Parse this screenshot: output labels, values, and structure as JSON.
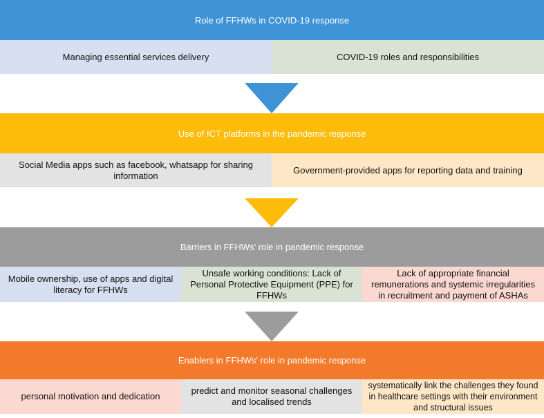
{
  "sections": [
    {
      "header": "Role of FFHWs in COVID-19 response",
      "header_color": "#3d93d6",
      "header_text_color": "#ffffff",
      "cells": [
        {
          "text": "Managing essential services delivery",
          "color": "#d6e0f0"
        },
        {
          "text": "COVID-19 roles and responsibilities",
          "color": "#d9e2d3"
        }
      ],
      "arrow_color": "#3d93d6"
    },
    {
      "header": "Use of ICT platforms in the pandemic response",
      "header_color": "#fdbb0a",
      "header_text_color": "#ffffff",
      "cells": [
        {
          "text": "Social Media apps such as facebook, whatsapp for sharing information",
          "color": "#e3e3e3"
        },
        {
          "text": "Government-provided apps for reporting data and training",
          "color": "#fde7c7"
        }
      ],
      "arrow_color": "#fdbb0a"
    },
    {
      "header": "Barriers in FFHWs’ role in pandemic response",
      "header_color": "#9c9c9c",
      "header_text_color": "#ffffff",
      "cells": [
        {
          "text": "Mobile ownership, use of apps and digital literacy for FFHWs",
          "color": "#d6e0f0"
        },
        {
          "text": "Unsafe working conditions: Lack of Personal Protective Equipment (PPE) for FFHWs",
          "color": "#d9e2d3"
        },
        {
          "text": "Lack of appropriate financial remunerations and systemic irregularities in recruitment and payment of ASHAs",
          "color": "#fbd9d2"
        }
      ],
      "arrow_color": "#9c9c9c"
    },
    {
      "header": "Enablers in FFHWs' role in pandemic response",
      "header_color": "#f47a2b",
      "header_text_color": "#ffffff",
      "cells": [
        {
          "text": "personal motivation and dedication",
          "color": "#fbd9d2"
        },
        {
          "text": "predict and monitor seasonal challenges and localised trends",
          "color": "#e3e3e3"
        },
        {
          "text": "systematically  link the challenges they found  in healthcare settings with their environment  and structural issues",
          "color": "#fde7c7"
        }
      ]
    }
  ]
}
